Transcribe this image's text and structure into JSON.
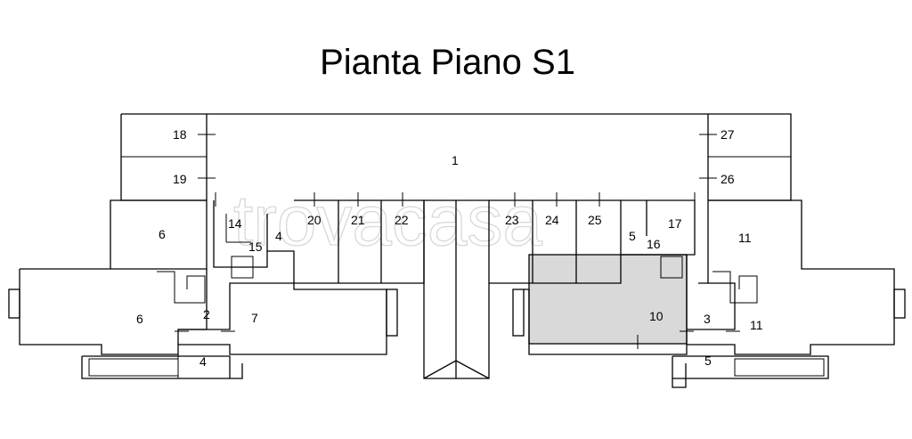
{
  "title": "Pianta Piano S1",
  "watermark": "trovacasa",
  "colors": {
    "highlight": "#d9d9d9",
    "line": "#000000"
  },
  "rooms": [
    {
      "id": "r1",
      "label": "1"
    },
    {
      "id": "r18",
      "label": "18"
    },
    {
      "id": "r19",
      "label": "19"
    },
    {
      "id": "r27",
      "label": "27"
    },
    {
      "id": "r26",
      "label": "26"
    },
    {
      "id": "r6a",
      "label": "6"
    },
    {
      "id": "r6b",
      "label": "6"
    },
    {
      "id": "r14",
      "label": "14"
    },
    {
      "id": "r15",
      "label": "15"
    },
    {
      "id": "r4a",
      "label": "4"
    },
    {
      "id": "r20",
      "label": "20"
    },
    {
      "id": "r21",
      "label": "21"
    },
    {
      "id": "r22",
      "label": "22"
    },
    {
      "id": "r23",
      "label": "23"
    },
    {
      "id": "r24",
      "label": "24"
    },
    {
      "id": "r25",
      "label": "25"
    },
    {
      "id": "r5a",
      "label": "5"
    },
    {
      "id": "r16",
      "label": "16"
    },
    {
      "id": "r17",
      "label": "17"
    },
    {
      "id": "r11a",
      "label": "11"
    },
    {
      "id": "r2",
      "label": "2"
    },
    {
      "id": "r7",
      "label": "7"
    },
    {
      "id": "r10",
      "label": "10"
    },
    {
      "id": "r3",
      "label": "3"
    },
    {
      "id": "r11b",
      "label": "11"
    },
    {
      "id": "r4b",
      "label": "4"
    },
    {
      "id": "r5b",
      "label": "5"
    }
  ],
  "highlighted_room": "10"
}
